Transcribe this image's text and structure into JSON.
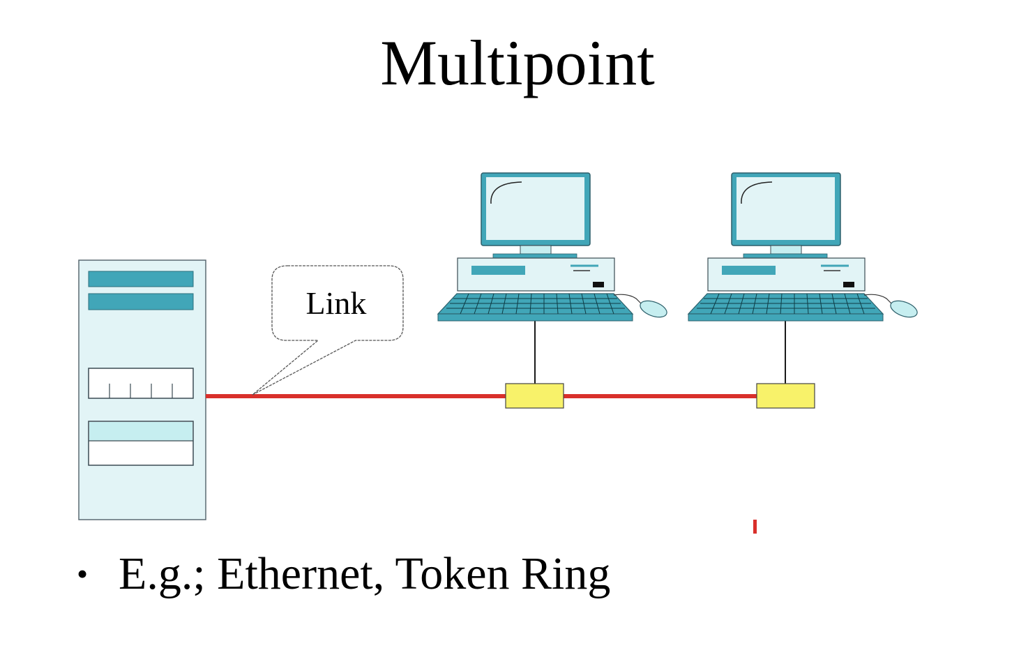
{
  "slide": {
    "title": "Multipoint",
    "callout_label": "Link",
    "bullets": [
      {
        "text": "E.g.; Ethernet, Token Ring"
      }
    ]
  },
  "colors": {
    "link_line": "#d9302b",
    "tap_box": "#f8f26a",
    "device_fill": "#e2f4f6",
    "device_accent": "#41a6b8",
    "device_stroke": "#3a4a52"
  },
  "icons": {
    "server": "server-tower-icon",
    "workstation": "desktop-computer-icon",
    "mouse": "mouse-icon",
    "keyboard": "keyboard-icon"
  }
}
